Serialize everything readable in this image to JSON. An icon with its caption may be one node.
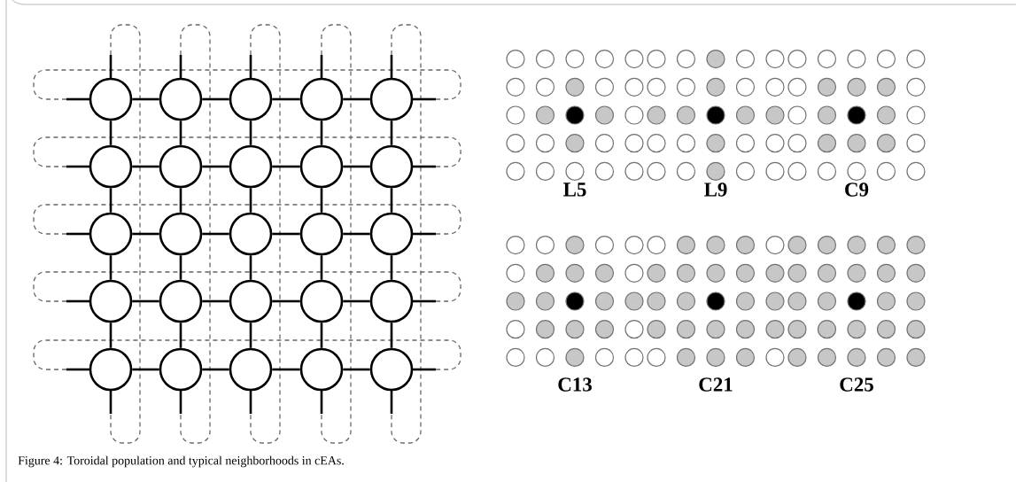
{
  "diagram": {
    "caption": "Figure 4: Toroidal population and typical neighborhoods in cEAs.",
    "nodes": [
      {
        "text": [],
        "shape": "circle"
      },
      {
        "text": [],
        "shape": "circle"
      },
      {
        "text": [],
        "shape": "circle"
      },
      {
        "text": [],
        "shape": "circle"
      },
      {
        "text": [],
        "shape": "circle"
      },
      {
        "text": [],
        "shape": "circle"
      },
      {
        "text": [],
        "shape": "circle"
      },
      {
        "text": [],
        "shape": "circle"
      },
      {
        "text": [],
        "shape": "circle"
      },
      {
        "text": [],
        "shape": "circle"
      },
      {
        "text": [],
        "shape": "circle"
      },
      {
        "text": [],
        "shape": "circle"
      },
      {
        "text": [],
        "shape": "circle"
      },
      {
        "text": [],
        "shape": "circle"
      },
      {
        "text": [],
        "shape": "circle"
      },
      {
        "text": [],
        "shape": "circle"
      },
      {
        "text": [],
        "shape": "circle"
      },
      {
        "text": [],
        "shape": "circle"
      },
      {
        "text": [],
        "shape": "circle"
      },
      {
        "text": [],
        "shape": "circle"
      },
      {
        "text": [],
        "shape": "circle"
      },
      {
        "text": [],
        "shape": "circle"
      },
      {
        "text": [],
        "shape": "circle"
      },
      {
        "text": [],
        "shape": "circle"
      },
      {
        "text": [],
        "shape": "circle"
      }
    ],
    "edges": [
      {
        "from": 0,
        "to": 1,
        "arrow": "none"
      },
      {
        "from": 1,
        "to": 2,
        "arrow": "none"
      },
      {
        "from": 2,
        "to": 3,
        "arrow": "none"
      },
      {
        "from": 3,
        "to": 4,
        "arrow": "none"
      },
      {
        "from": 5,
        "to": 6,
        "arrow": "none"
      },
      {
        "from": 6,
        "to": 7,
        "arrow": "none"
      },
      {
        "from": 7,
        "to": 8,
        "arrow": "none"
      },
      {
        "from": 8,
        "to": 9,
        "arrow": "none"
      },
      {
        "from": 10,
        "to": 11,
        "arrow": "none"
      },
      {
        "from": 11,
        "to": 12,
        "arrow": "none"
      },
      {
        "from": 12,
        "to": 13,
        "arrow": "none"
      },
      {
        "from": 13,
        "to": 14,
        "arrow": "none"
      },
      {
        "from": 15,
        "to": 16,
        "arrow": "none"
      },
      {
        "from": 16,
        "to": 17,
        "arrow": "none"
      },
      {
        "from": 17,
        "to": 18,
        "arrow": "none"
      },
      {
        "from": 18,
        "to": 19,
        "arrow": "none"
      },
      {
        "from": 20,
        "to": 21,
        "arrow": "none"
      },
      {
        "from": 21,
        "to": 22,
        "arrow": "none"
      },
      {
        "from": 22,
        "to": 23,
        "arrow": "none"
      },
      {
        "from": 23,
        "to": 24,
        "arrow": "none"
      },
      {
        "from": 0,
        "to": 5,
        "arrow": "none"
      },
      {
        "from": 1,
        "to": 6,
        "arrow": "none"
      },
      {
        "from": 2,
        "to": 7,
        "arrow": "none"
      },
      {
        "from": 3,
        "to": 8,
        "arrow": "none"
      },
      {
        "from": 4,
        "to": 9,
        "arrow": "none"
      },
      {
        "from": 5,
        "to": 10,
        "arrow": "none"
      },
      {
        "from": 6,
        "to": 11,
        "arrow": "none"
      },
      {
        "from": 7,
        "to": 12,
        "arrow": "none"
      },
      {
        "from": 8,
        "to": 13,
        "arrow": "none"
      },
      {
        "from": 9,
        "to": 14,
        "arrow": "none"
      },
      {
        "from": 10,
        "to": 15,
        "arrow": "none"
      },
      {
        "from": 11,
        "to": 16,
        "arrow": "none"
      },
      {
        "from": 12,
        "to": 17,
        "arrow": "none"
      },
      {
        "from": 13,
        "to": 18,
        "arrow": "none"
      },
      {
        "from": 14,
        "to": 19,
        "arrow": "none"
      },
      {
        "from": 15,
        "to": 20,
        "arrow": "none"
      },
      {
        "from": 16,
        "to": 21,
        "arrow": "none"
      },
      {
        "from": 17,
        "to": 22,
        "arrow": "none"
      },
      {
        "from": 18,
        "to": 23,
        "arrow": "none"
      },
      {
        "from": 19,
        "to": 24,
        "arrow": "none"
      },
      {
        "from": 0,
        "to": null,
        "arrow": "none"
      },
      {
        "from": 1,
        "to": null,
        "arrow": "none"
      },
      {
        "from": 2,
        "to": null,
        "arrow": "none"
      },
      {
        "from": 3,
        "to": null,
        "arrow": "none"
      },
      {
        "from": 4,
        "to": null,
        "arrow": "none"
      },
      {
        "from": 20,
        "to": null,
        "arrow": "none"
      },
      {
        "from": 21,
        "to": null,
        "arrow": "none"
      },
      {
        "from": 22,
        "to": null,
        "arrow": "none"
      },
      {
        "from": 23,
        "to": null,
        "arrow": "none"
      },
      {
        "from": 24,
        "to": null,
        "arrow": "none"
      },
      {
        "from": 0,
        "to": null,
        "arrow": "none"
      },
      {
        "from": 5,
        "to": null,
        "arrow": "none"
      },
      {
        "from": 10,
        "to": null,
        "arrow": "none"
      },
      {
        "from": 15,
        "to": null,
        "arrow": "none"
      },
      {
        "from": 20,
        "to": null,
        "arrow": "none"
      },
      {
        "from": 4,
        "to": null,
        "arrow": "none"
      },
      {
        "from": 9,
        "to": null,
        "arrow": "none"
      },
      {
        "from": 14,
        "to": null,
        "arrow": "none"
      },
      {
        "from": 19,
        "to": null,
        "arrow": "none"
      },
      {
        "from": 24,
        "to": null,
        "arrow": "none"
      }
    ],
    "labels": [
      "L5",
      "L9",
      "C9",
      "C13",
      "C21",
      "C25"
    ]
  }
}
